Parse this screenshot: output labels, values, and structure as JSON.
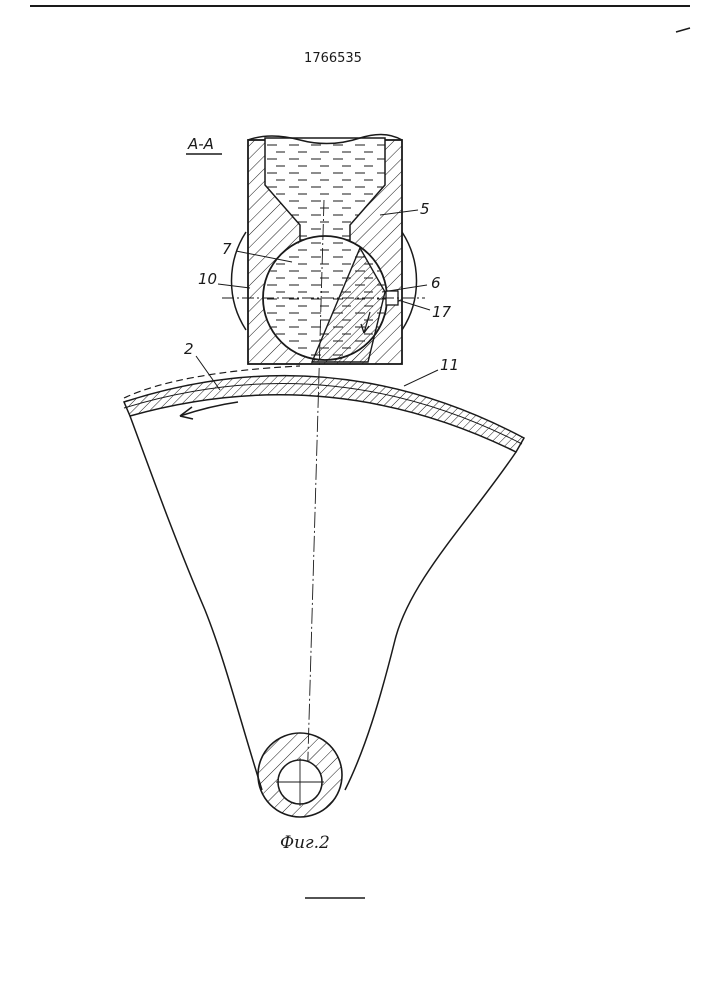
{
  "document": {
    "patent_number": "1766535",
    "section_label": "A-A",
    "figure_caption": "Фиг.2"
  },
  "callouts": {
    "c2": "2",
    "c5": "5",
    "c6": "6",
    "c7": "7",
    "c10": "10",
    "c11": "11",
    "c17": "17"
  },
  "colors": {
    "ink": "#1a1a1a",
    "paper": "#ffffff"
  }
}
